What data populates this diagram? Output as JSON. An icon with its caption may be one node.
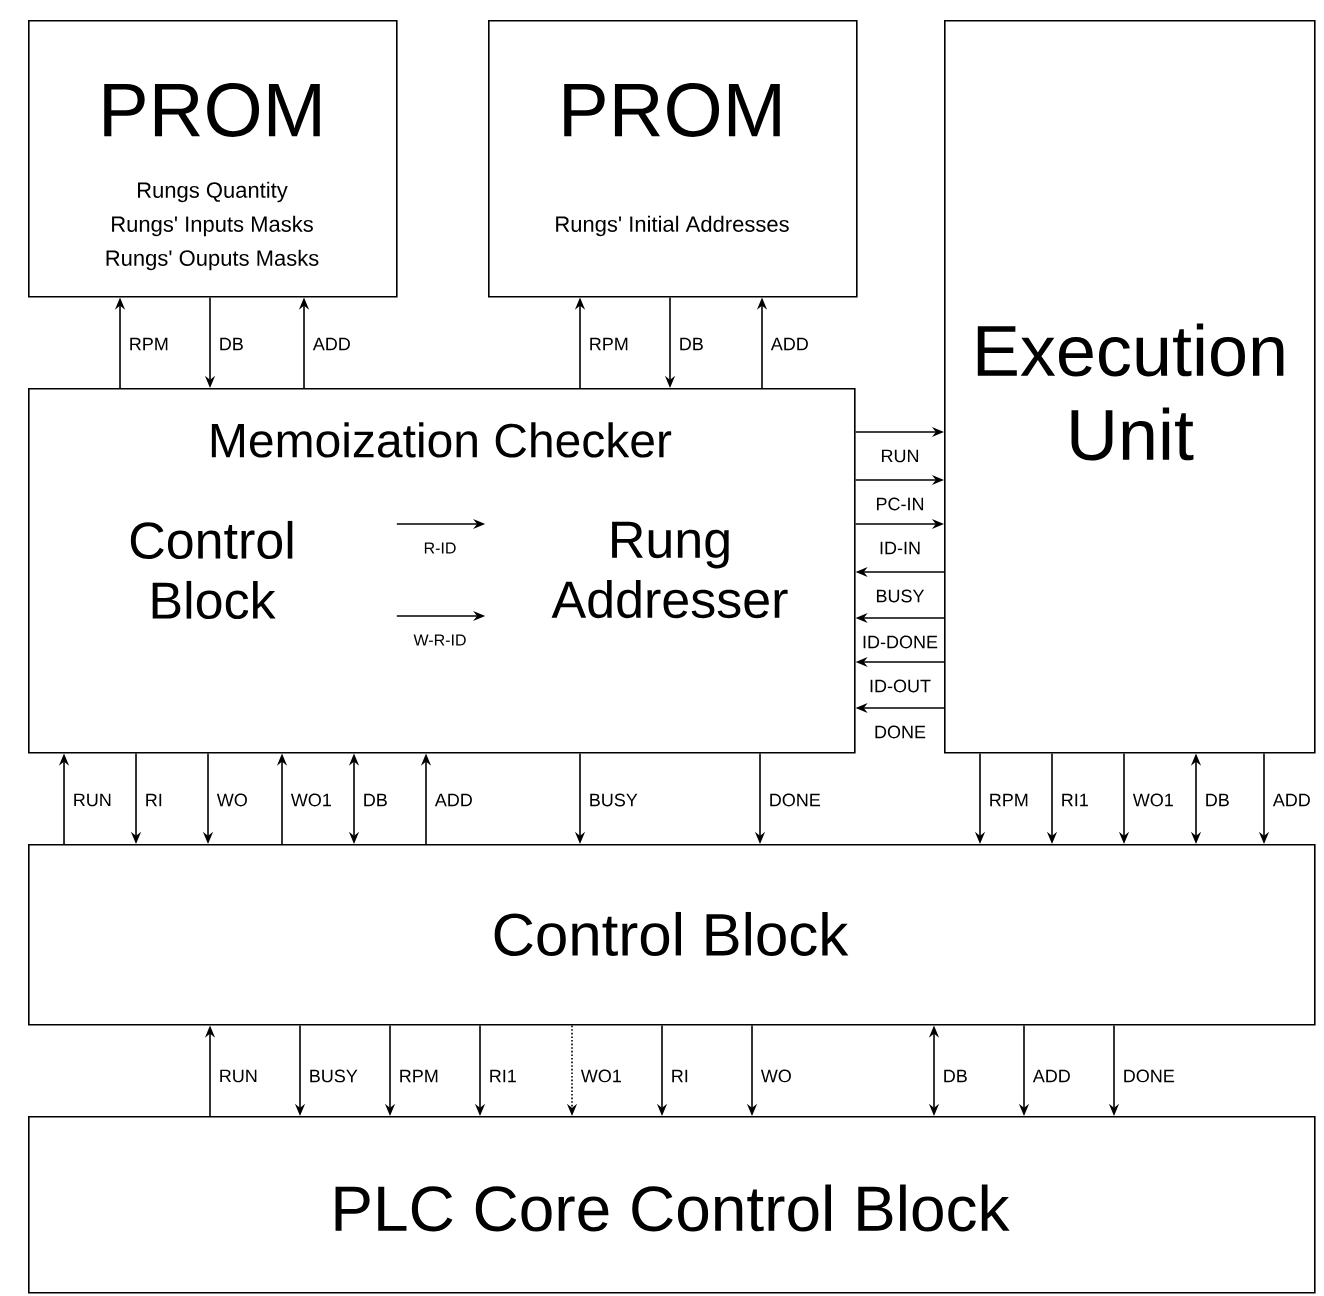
{
  "diagram": {
    "nodes": [
      {
        "text": [
          "PROM",
          "Rungs Quantity",
          "Rungs' Inputs Masks",
          "Rungs' Ouputs Masks"
        ]
      },
      {
        "text": [
          "PROM",
          "Rungs' Initial Addresses"
        ]
      },
      {
        "text": [
          "Execution Unit"
        ]
      },
      {
        "text": [
          "Memoization Checker"
        ]
      },
      {
        "text": [
          "Control Block"
        ],
        "in": 3
      },
      {
        "text": [
          "Rung Addresser"
        ],
        "in": 3
      },
      {
        "text": [
          "Control Block"
        ]
      },
      {
        "text": [
          "PLC Core Control Block"
        ]
      }
    ],
    "edges": [
      {
        "from": 3,
        "to": 0,
        "arrow": "to",
        "label": "RPM"
      },
      {
        "from": 0,
        "to": 3,
        "arrow": "to",
        "label": "DB"
      },
      {
        "from": 3,
        "to": 0,
        "arrow": "to",
        "label": "ADD"
      },
      {
        "from": 3,
        "to": 1,
        "arrow": "to",
        "label": "RPM"
      },
      {
        "from": 1,
        "to": 3,
        "arrow": "to",
        "label": "DB"
      },
      {
        "from": 3,
        "to": 1,
        "arrow": "to",
        "label": "ADD"
      },
      {
        "from": 4,
        "to": 5,
        "arrow": "to",
        "label": "R-ID"
      },
      {
        "from": 4,
        "to": 5,
        "arrow": "to",
        "label": "W-R-ID"
      },
      {
        "from": 3,
        "to": 2,
        "arrow": "to",
        "label": "RUN"
      },
      {
        "from": 3,
        "to": 2,
        "arrow": "to",
        "label": "PC-IN"
      },
      {
        "from": 3,
        "to": 2,
        "arrow": "to",
        "label": "ID-IN"
      },
      {
        "from": 2,
        "to": 3,
        "arrow": "to",
        "label": "BUSY"
      },
      {
        "from": 2,
        "to": 3,
        "arrow": "to",
        "label": "ID-DONE"
      },
      {
        "from": 2,
        "to": 3,
        "arrow": "to",
        "label": "ID-OUT"
      },
      {
        "from": 2,
        "to": 3,
        "arrow": "to",
        "label": "DONE"
      },
      {
        "from": 6,
        "to": 3,
        "arrow": "to",
        "label": "RUN"
      },
      {
        "from": 3,
        "to": 6,
        "arrow": "to",
        "label": "RI"
      },
      {
        "from": 3,
        "to": 6,
        "arrow": "to",
        "label": "WO"
      },
      {
        "from": 6,
        "to": 3,
        "arrow": "to",
        "label": "WO1"
      },
      {
        "from": 3,
        "to": 6,
        "arrow": "both",
        "label": "DB"
      },
      {
        "from": 6,
        "to": 3,
        "arrow": "to",
        "label": "ADD"
      },
      {
        "from": 3,
        "to": 6,
        "arrow": "to",
        "label": "BUSY"
      },
      {
        "from": 3,
        "to": 6,
        "arrow": "to",
        "label": "DONE"
      },
      {
        "from": 2,
        "to": 6,
        "arrow": "to",
        "label": "RPM"
      },
      {
        "from": 2,
        "to": 6,
        "arrow": "to",
        "label": "RI1"
      },
      {
        "from": 2,
        "to": 6,
        "arrow": "to",
        "label": "WO1"
      },
      {
        "from": 2,
        "to": 6,
        "arrow": "both",
        "label": "DB"
      },
      {
        "from": 2,
        "to": 6,
        "arrow": "to",
        "label": "ADD"
      },
      {
        "from": 7,
        "to": 6,
        "arrow": "to",
        "label": "RUN"
      },
      {
        "from": 6,
        "to": 7,
        "arrow": "to",
        "label": "BUSY"
      },
      {
        "from": 6,
        "to": 7,
        "arrow": "to",
        "label": "RPM"
      },
      {
        "from": 6,
        "to": 7,
        "arrow": "to",
        "label": "RI1"
      },
      {
        "from": 6,
        "to": 7,
        "arrow": "to",
        "label": "WO1",
        "style": "dashed"
      },
      {
        "from": 6,
        "to": 7,
        "arrow": "to",
        "label": "RI"
      },
      {
        "from": 6,
        "to": 7,
        "arrow": "to",
        "label": "WO"
      },
      {
        "from": 6,
        "to": 7,
        "arrow": "both",
        "label": "DB"
      },
      {
        "from": 6,
        "to": 7,
        "arrow": "to",
        "label": "ADD"
      },
      {
        "from": 6,
        "to": 7,
        "arrow": "to",
        "label": "DONE"
      }
    ]
  }
}
